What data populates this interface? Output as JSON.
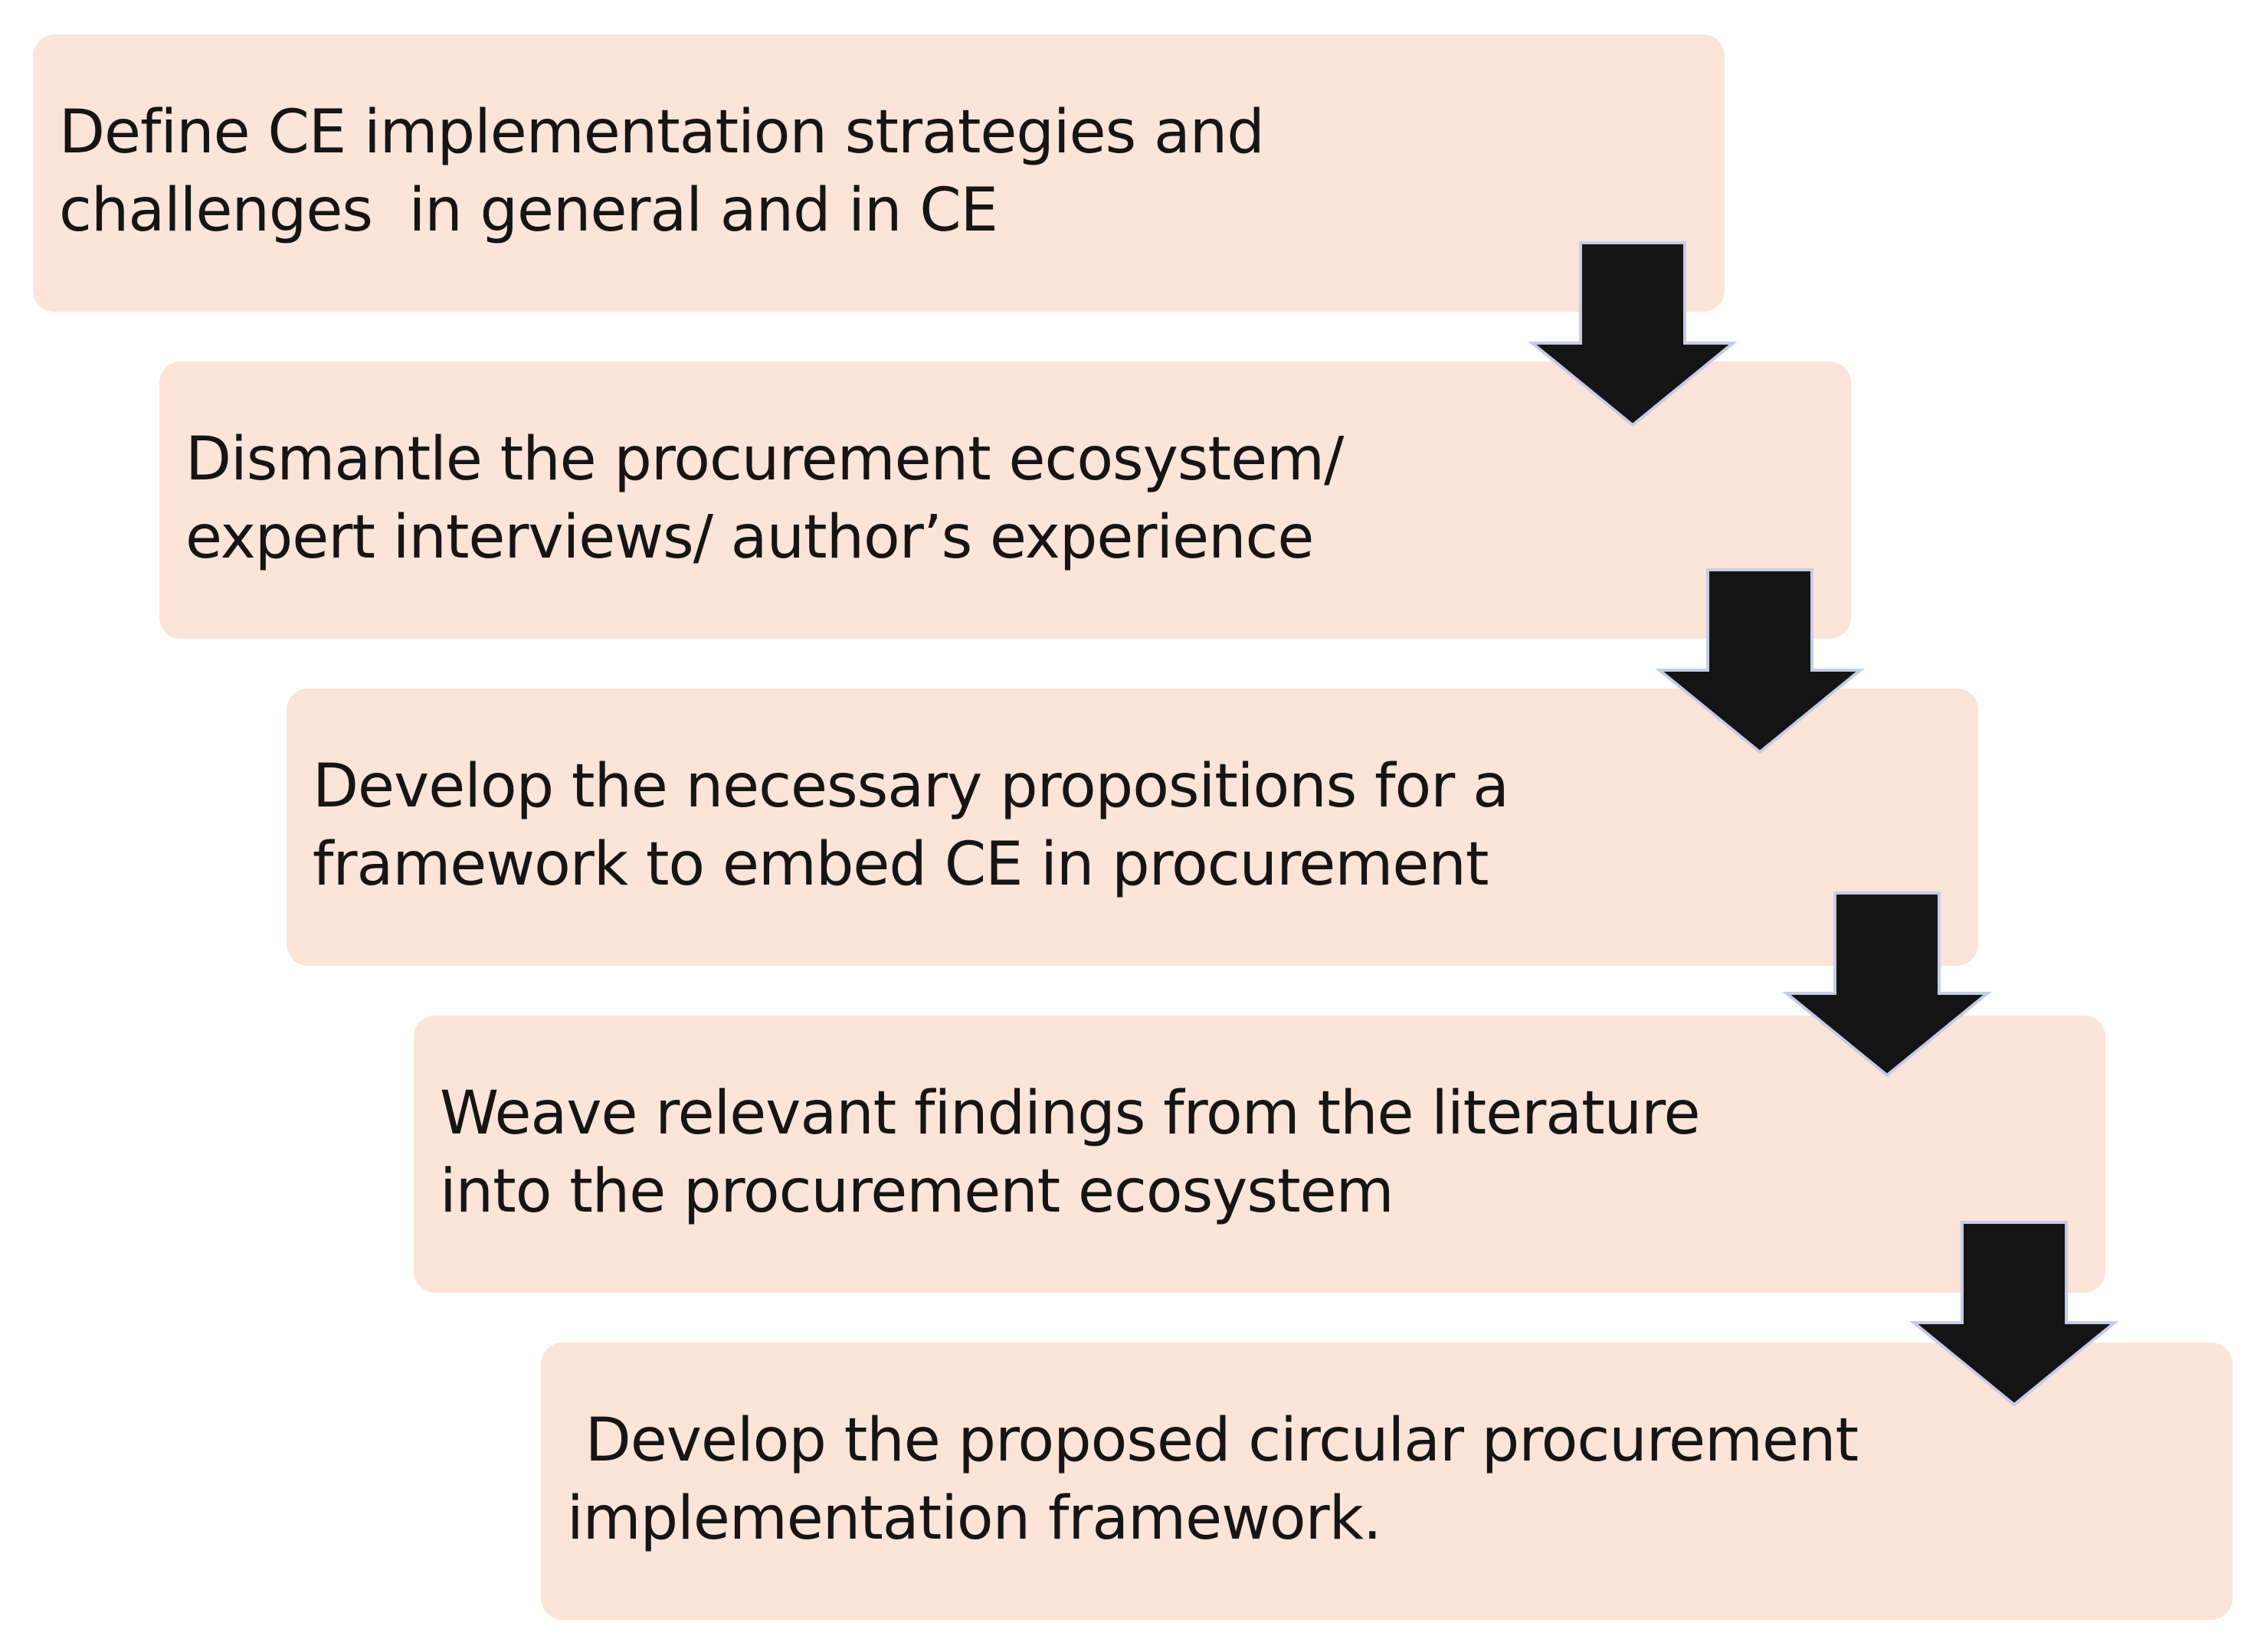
{
  "steps": [
    {
      "text": "Define CE implementation strategies and\nchallenges  in general and in CE"
    },
    {
      "text": "Dismantle the procurement ecosystem/\nexpert interviews/ author’s experience"
    },
    {
      "text": "Develop the necessary propositions for a\nframework to embed CE in procurement"
    },
    {
      "text": "Weave relevant findings from the literature\ninto the procurement ecosystem"
    },
    {
      "text": " Develop the proposed circular procurement\nimplementation framework."
    }
  ],
  "colors": {
    "box_fill": "#fde4d8",
    "arrow_fill": "#151414",
    "arrow_outline": "#c5cde6",
    "text": "#151515"
  }
}
